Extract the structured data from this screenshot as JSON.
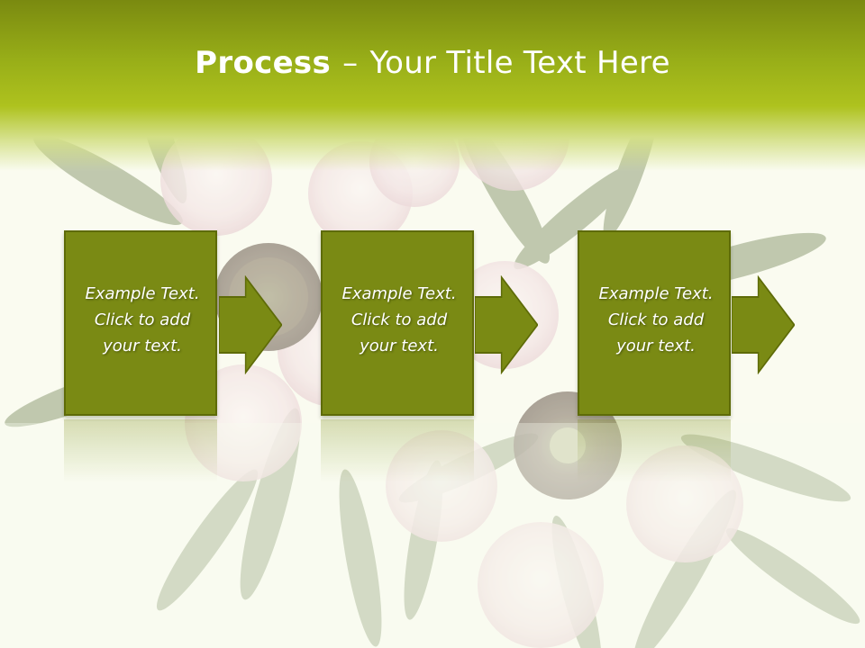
{
  "slide": {
    "title_bold": "Process",
    "title_dash": "–",
    "title_rest": "Your Title Text Here",
    "steps": [
      {
        "line1": "Example Text.",
        "line2": "Click  to add",
        "line3": "your text."
      },
      {
        "line1": "Example Text.",
        "line2": "Click  to add",
        "line3": "your text."
      },
      {
        "line1": "Example Text.",
        "line2": "Click  to add",
        "line3": "your text."
      }
    ]
  },
  "colors": {
    "header_dark": "#7a8a10",
    "header_light": "#aec21e",
    "box_fill": "#7a8a14",
    "box_border": "#5e6b08",
    "text": "#ffffff",
    "background": "#fafbf0"
  },
  "icons": [
    "flower-background-image",
    "right-arrow-icon"
  ]
}
